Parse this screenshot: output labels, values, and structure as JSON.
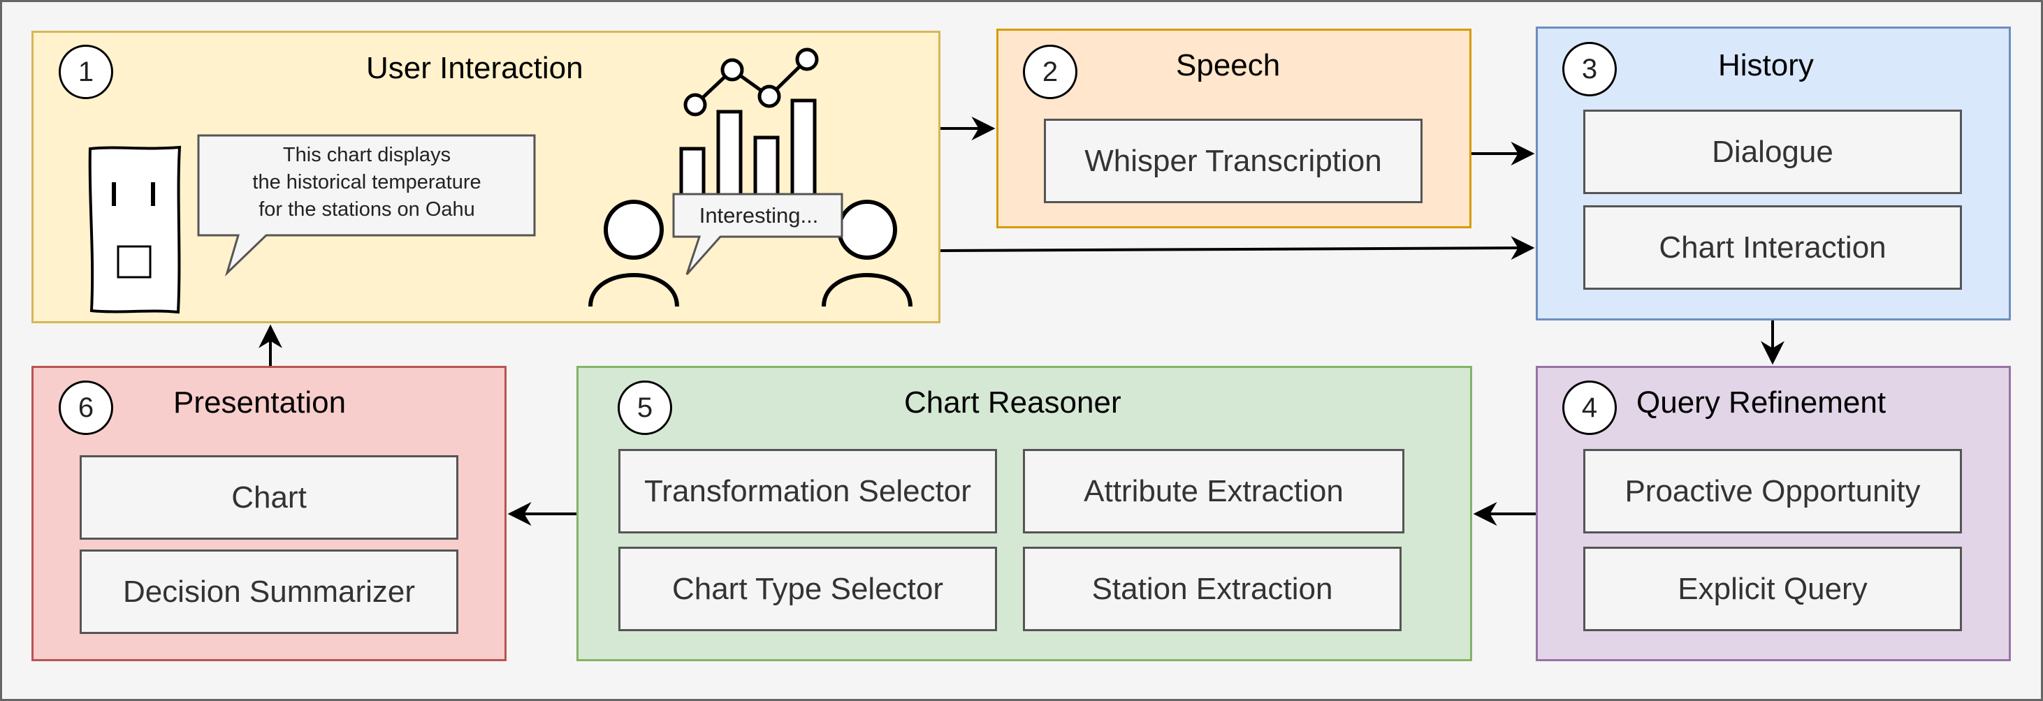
{
  "panels": {
    "user_interaction": {
      "step": "1",
      "title": "User Interaction",
      "speech_bubble": [
        "This chart displays",
        "the historical temperature",
        "for the stations on Oahu"
      ],
      "reaction_bubble": "Interesting..."
    },
    "speech": {
      "step": "2",
      "title": "Speech",
      "items": [
        "Whisper Transcription"
      ]
    },
    "history": {
      "step": "3",
      "title": "History",
      "items": [
        "Dialogue",
        "Chart Interaction"
      ]
    },
    "query_refinement": {
      "step": "4",
      "title": "Query Refinement",
      "items": [
        "Proactive Opportunity",
        "Explicit Query"
      ]
    },
    "chart_reasoner": {
      "step": "5",
      "title": "Chart Reasoner",
      "items": [
        "Transformation Selector",
        "Attribute Extraction",
        "Chart Type Selector",
        "Station Extraction"
      ]
    },
    "presentation": {
      "step": "6",
      "title": "Presentation",
      "items": [
        "Chart",
        "Decision Summarizer"
      ]
    }
  },
  "colors": {
    "user_interaction": "#fff2cc",
    "speech": "#ffe6cc",
    "history": "#dae8fc",
    "query_refinement": "#e1d5e7",
    "chart_reasoner": "#d5e8d4",
    "presentation": "#f8cecc",
    "item_box": "#f5f5f5"
  },
  "icons": [
    "robot-icon",
    "bar-line-chart-icon",
    "person-icon"
  ]
}
